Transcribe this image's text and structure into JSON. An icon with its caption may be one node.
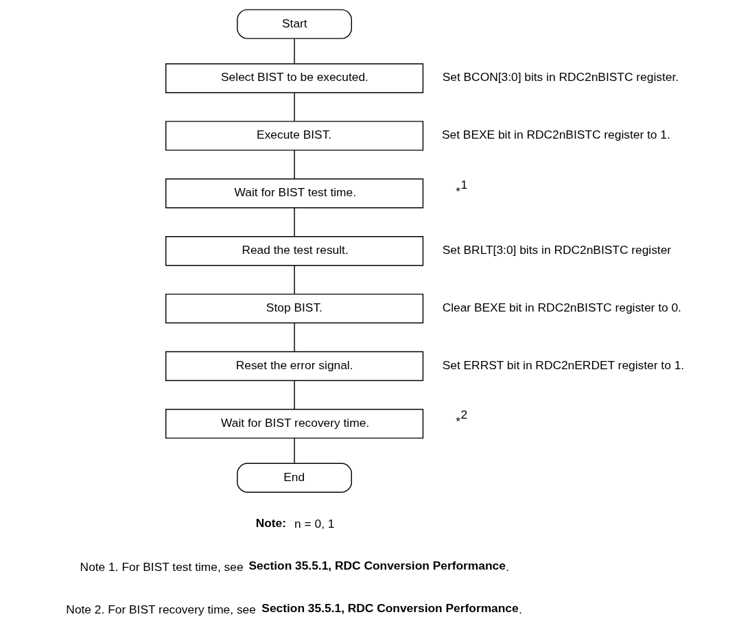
{
  "diagram": {
    "nodes": [
      {
        "text": [
          "Start"
        ]
      },
      {
        "text": [
          "Select BIST to be executed."
        ],
        "beside": [
          "Set BCON[3:0] bits in RDC2nBISTC register."
        ]
      },
      {
        "text": [
          "Execute BIST."
        ],
        "beside": [
          "Set BEXE bit in RDC2nBISTC register to 1."
        ]
      },
      {
        "text": [
          "Wait for BIST test time."
        ],
        "beside": [
          "*$^{1}$"
        ]
      },
      {
        "text": [
          "Read the test result."
        ],
        "beside": [
          "Set BRLT[3:0] bits in RDC2nBISTC register"
        ]
      },
      {
        "text": [
          "Stop BIST."
        ],
        "beside": [
          "Clear BEXE bit in RDC2nBISTC register to 0."
        ]
      },
      {
        "text": [
          "Reset the error signal."
        ],
        "beside": [
          "Set ERRST bit in RDC2nERDET register to 1."
        ]
      },
      {
        "text": [
          "Wait for BIST recovery time."
        ],
        "beside": [
          "*$^{2}$"
        ]
      },
      {
        "text": [
          "End"
        ]
      }
    ],
    "edges": [
      {
        "from": 0,
        "to": 1,
        "arrow": "none"
      },
      {
        "from": 1,
        "to": 2,
        "arrow": "none"
      },
      {
        "from": 2,
        "to": 3,
        "arrow": "none"
      },
      {
        "from": 3,
        "to": 4,
        "arrow": "none"
      },
      {
        "from": 4,
        "to": 5,
        "arrow": "none"
      },
      {
        "from": 5,
        "to": 6,
        "arrow": "none"
      },
      {
        "from": 6,
        "to": 7,
        "arrow": "none"
      },
      {
        "from": 7,
        "to": 8,
        "arrow": "none"
      }
    ],
    "labels": [
      "**Note:** n = 0, 1",
      "Note 1. For BIST test time, see **Section 35.5.1, RDC Conversion Performance**.",
      "Note 2. For BIST recovery time, see **Section 35.5.1, RDC Conversion Performance**."
    ]
  }
}
